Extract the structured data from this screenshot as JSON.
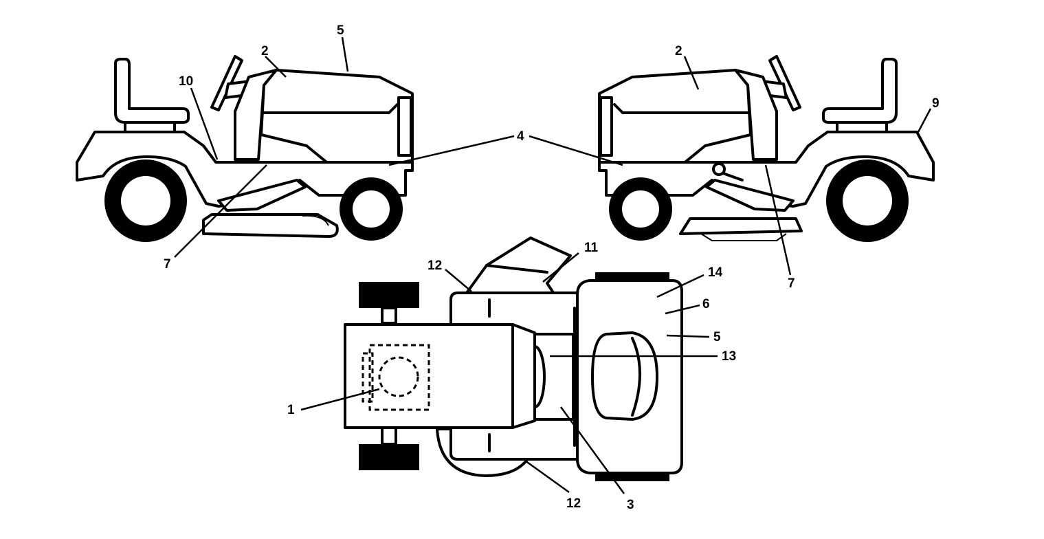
{
  "diagram": {
    "callouts": [
      {
        "id": "c1",
        "text": "1"
      },
      {
        "id": "c2a",
        "text": "2"
      },
      {
        "id": "c2b",
        "text": "2"
      },
      {
        "id": "c3",
        "text": "3"
      },
      {
        "id": "c4",
        "text": "4"
      },
      {
        "id": "c5a",
        "text": "5"
      },
      {
        "id": "c5b",
        "text": "5"
      },
      {
        "id": "c6",
        "text": "6"
      },
      {
        "id": "c7a",
        "text": "7"
      },
      {
        "id": "c7b",
        "text": "7"
      },
      {
        "id": "c9",
        "text": "9"
      },
      {
        "id": "c10",
        "text": "10"
      },
      {
        "id": "c11",
        "text": "11"
      },
      {
        "id": "c12a",
        "text": "12"
      },
      {
        "id": "c12b",
        "text": "12"
      },
      {
        "id": "c13",
        "text": "13"
      },
      {
        "id": "c14",
        "text": "14"
      }
    ]
  },
  "colors": {
    "line": "#000000",
    "background": "#ffffff"
  }
}
